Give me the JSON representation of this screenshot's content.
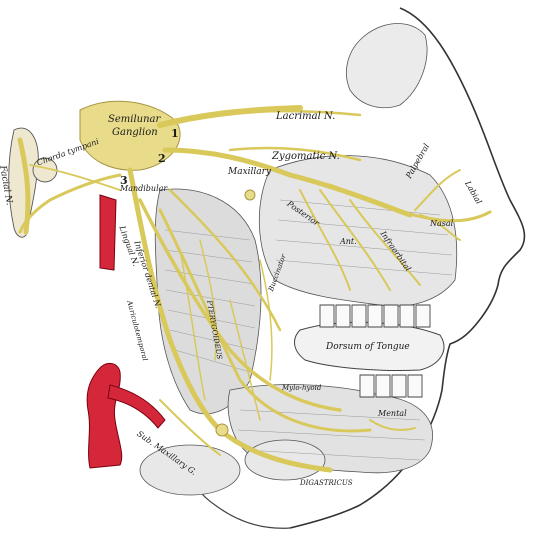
{
  "figure": {
    "labels": {
      "lacrimal": "Lacrimal N.",
      "semilunar": "Semilunar",
      "ganglion": "Ganglion",
      "zygomatic": "Zygomatic N.",
      "maxillary": "Maxillary",
      "chorda": "Chorda tympani",
      "facial": "Facial N.",
      "mandibular": "Mandibular",
      "posterior": "Posterior",
      "infraorbital": "Infraorbital",
      "ant": "Ant.",
      "palpebral": "Palpebral",
      "nasal": "Nasal",
      "labial": "Labial",
      "lingual": "Lingual N.",
      "inferior_dental": "Inferior dental N.",
      "auriculotemporal": "Auriculotemporal",
      "buccinator": "Buccinator",
      "dorsum": "Dorsum of Tongue",
      "mental": "Mental",
      "submaxillary": "Sub. Maxillary G.",
      "digastricus": "DIGASTRICUS",
      "mylohyoid": "Mylo-hyoid",
      "pterygoideus": "PTERYGOIDEUS",
      "num1": "1",
      "num2": "2",
      "num3": "3"
    }
  }
}
